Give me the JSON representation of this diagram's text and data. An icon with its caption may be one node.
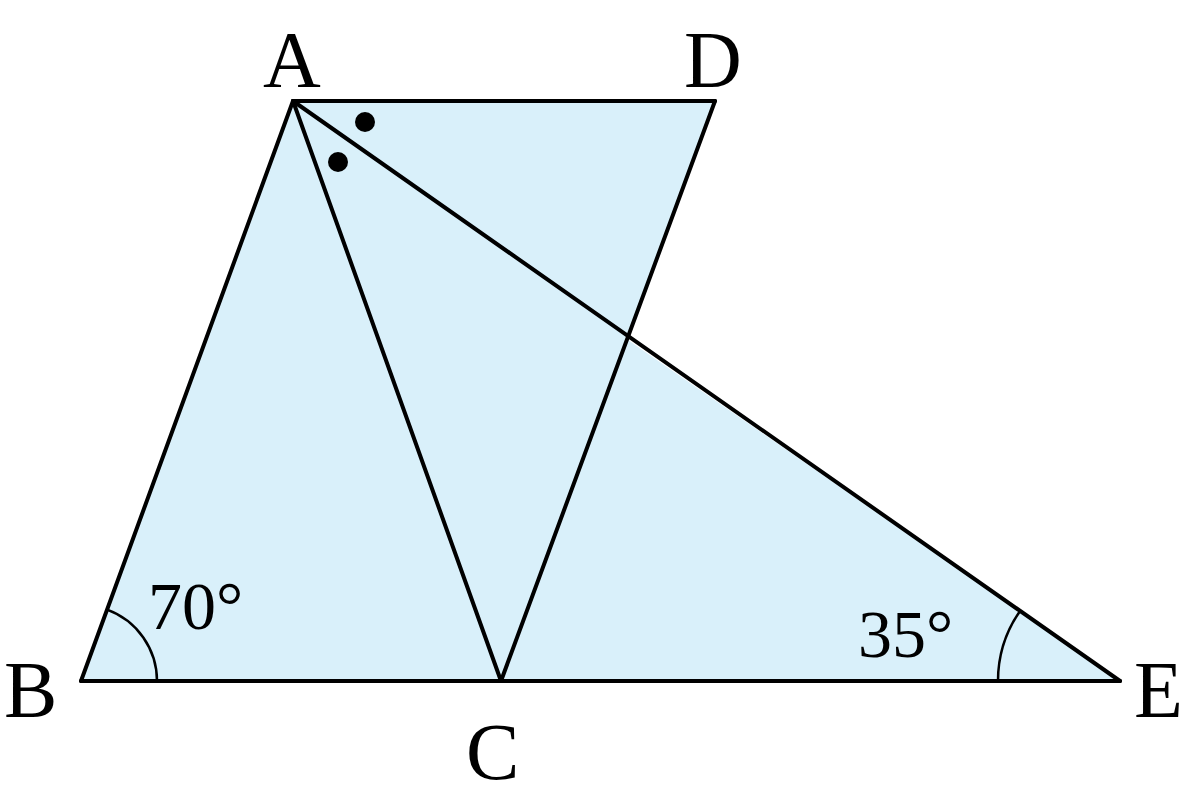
{
  "diagram": {
    "labels": [
      "A",
      "D",
      "70°",
      "B",
      "C",
      "35°",
      "E"
    ]
  }
}
